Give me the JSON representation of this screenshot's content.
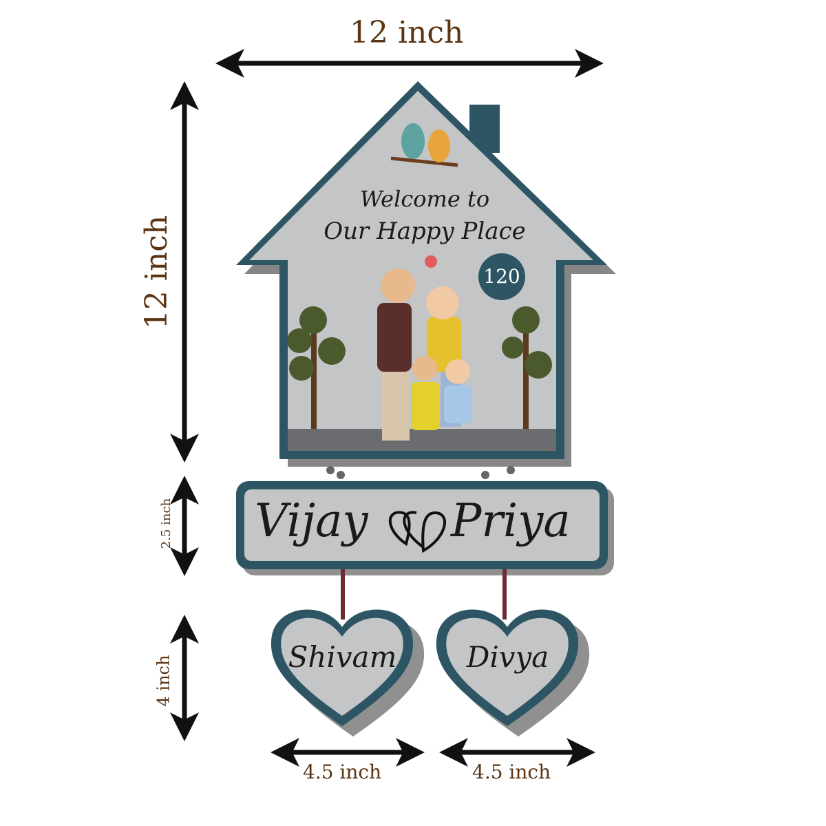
{
  "dimensions": {
    "width_label": "12 inch",
    "height_label": "12 inch",
    "name_plate_height_label": "2.5 inch",
    "heart_height_label": "4 inch",
    "heart1_width_label": "4.5 inch",
    "heart2_width_label": "4.5 inch"
  },
  "house": {
    "greeting_line1": "Welcome to",
    "greeting_line2": "Our Happy Place",
    "house_number": "120"
  },
  "name_plate": {
    "name1": "Vijay",
    "name2": "Priya"
  },
  "hearts": [
    {
      "name": "Shivam"
    },
    {
      "name": "Divya"
    }
  ],
  "colors": {
    "frame": "#2d5563",
    "board": "#c3c5c7",
    "dimension_text": "#5a3413",
    "arrow": "#111111"
  }
}
